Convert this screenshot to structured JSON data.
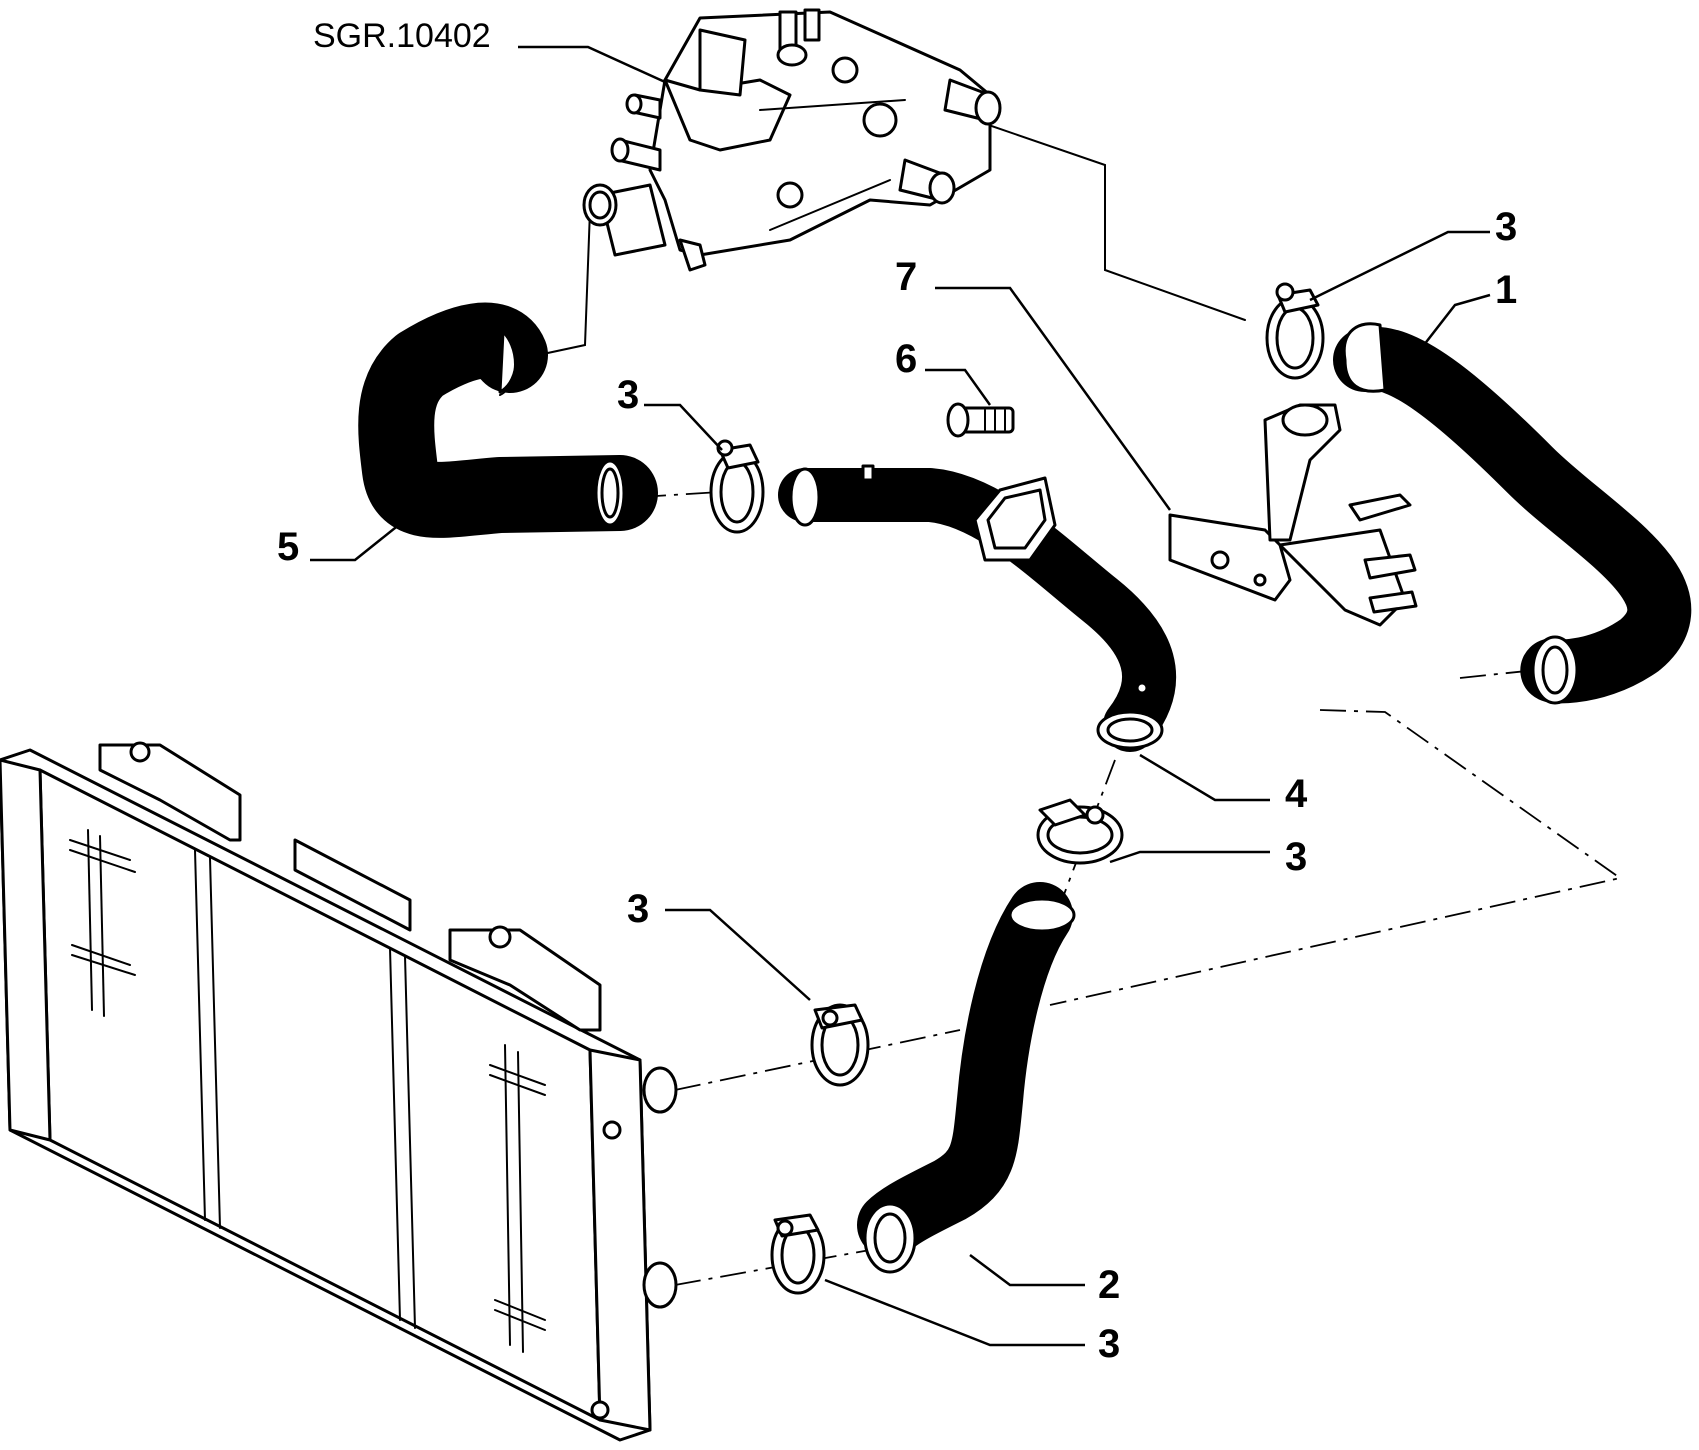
{
  "diagram": {
    "reference_code": "SGR.10402",
    "callouts": [
      {
        "id": "c1",
        "label": "1"
      },
      {
        "id": "c2",
        "label": "2"
      },
      {
        "id": "c3a",
        "label": "3"
      },
      {
        "id": "c3b",
        "label": "3"
      },
      {
        "id": "c3c",
        "label": "3"
      },
      {
        "id": "c3d",
        "label": "3"
      },
      {
        "id": "c3e",
        "label": "3"
      },
      {
        "id": "c4",
        "label": "4"
      },
      {
        "id": "c5",
        "label": "5"
      },
      {
        "id": "c6",
        "label": "6"
      },
      {
        "id": "c7",
        "label": "7"
      }
    ]
  }
}
